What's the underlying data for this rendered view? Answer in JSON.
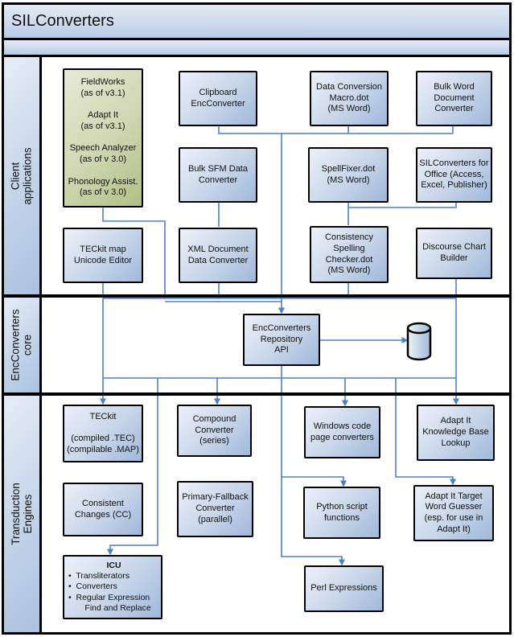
{
  "window": {
    "title": "SILConverters"
  },
  "sections": {
    "client": "Client applications",
    "core": "EncConverters\ncore",
    "engines": "Transduction Engines"
  },
  "client_apps": {
    "integrated_suite": "FieldWorks\n(as of v3.1)\n\nAdapt It\n(as of v3.1)\n\nSpeech Analyzer\n(as of v 3.0)\n\nPhonology Assist.\n(as of v 3.0)",
    "clipboard": "Clipboard\nEncConverter",
    "data_conversion_macro": "Data Conversion\nMacro.dot\n(MS Word)",
    "bulk_word": "Bulk Word\nDocument\nConverter",
    "bulk_sfm": "Bulk SFM Data\nConverter",
    "spellfixer": "SpellFixer.dot\n(MS Word)",
    "silconverters_office": "SILConverters for\nOffice (Access,\nExcel, Publisher)",
    "teckit_map_editor": "TECkit map\nUnicode Editor",
    "xml_document": "XML Document\nData Converter",
    "consistency_checker": "Consistency\nSpelling\nChecker.dot\n(MS Word)",
    "discourse_chart": "Discourse Chart\nBuilder"
  },
  "core": {
    "repository_api": "EncConverters\nRepository\nAPI",
    "repository_store_icon": "database-cylinder-icon"
  },
  "engines": {
    "teckit": "TECkit\n\n(compiled .TEC)\n(compilable .MAP)",
    "compound": "Compound\nConverter\n(series)",
    "windows_codepage": "Windows code\npage converters",
    "adaptit_kb": "Adapt It\nKnowledge Base\nLookup",
    "consistent_changes": "Consistent\nChanges (CC)",
    "primary_fallback": "Primary-Fallback\nConverter\n(parallel)",
    "python": "Python script\nfunctions",
    "adaptit_target": "Adapt It Target\nWord Guesser\n(esp. for use in\nAdapt It)",
    "icu_title": "ICU",
    "icu_items": "•  Transliterators\n•  Converters\n•  Regular Expression\n       Find and Replace",
    "perl": "Perl Expressions"
  },
  "colors": {
    "connector": "#4f81bd",
    "box_border": "#000000",
    "box_fill_light": "#ecf1f9",
    "box_fill_dark": "#9fb8da",
    "green_fill_light": "#e7ead6",
    "green_fill_dark": "#b2be85"
  }
}
